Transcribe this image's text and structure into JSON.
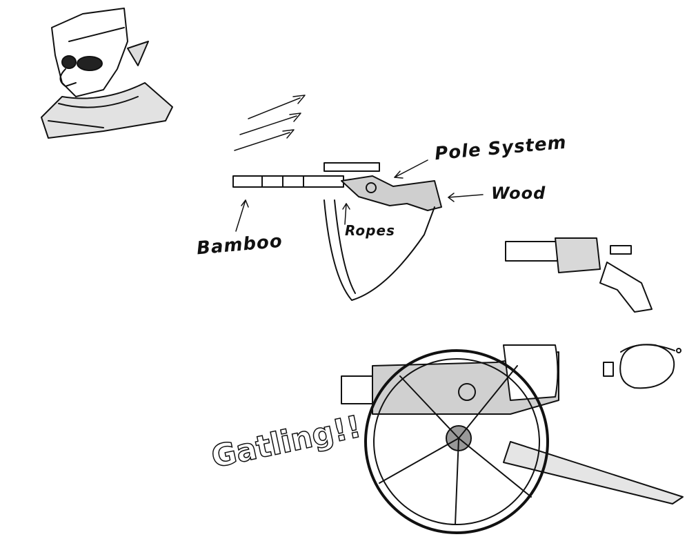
{
  "labels": {
    "pole_system": "Pole System",
    "wood": "Wood",
    "bamboo": "Bamboo",
    "ropes": "Ropes",
    "gatling": "Gatling!!"
  },
  "colors": {
    "ink": "#111111",
    "shade": "#bdbdbd",
    "paper": "#ffffff"
  }
}
